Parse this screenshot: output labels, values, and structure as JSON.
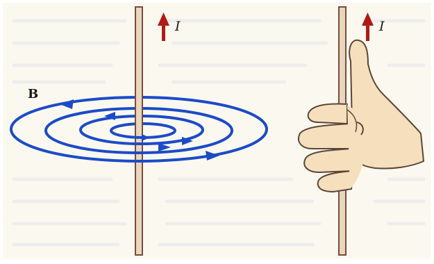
{
  "diagram": {
    "field_label": "B",
    "current_label_left": "I",
    "current_label_right": "I"
  },
  "colors": {
    "background": "#ffffff",
    "texture_line": "#eaeaea",
    "panel": "#fbf9ef",
    "field_lines": "#1c4bc8",
    "arrow_red": "#b01a16",
    "wire_fill": "#e8d6bf",
    "wire_stroke": "#7a4a3a",
    "skin": "#f6dfbd",
    "skin_outline": "#5b4638",
    "label_dark": "#1a1a1a"
  }
}
